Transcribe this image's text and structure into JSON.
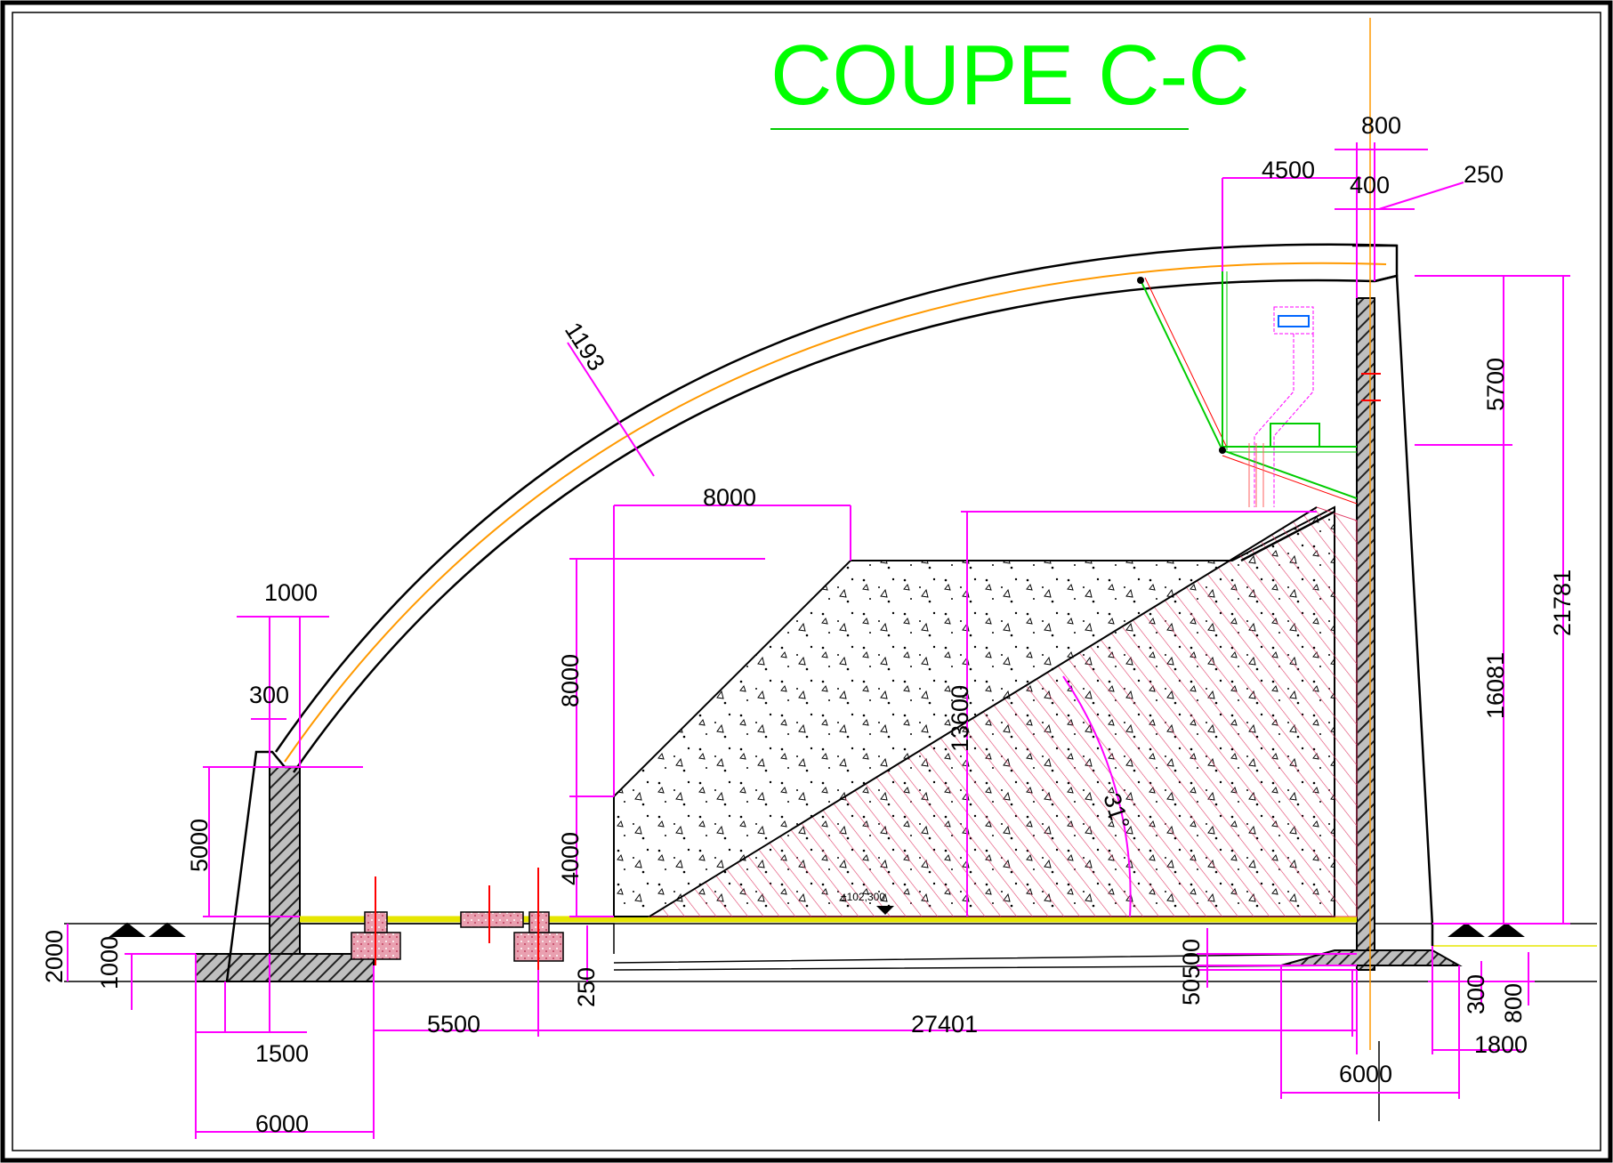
{
  "title": "COUPE C-C",
  "colors": {
    "dimension": "#ff00ff",
    "title": "#00ff00",
    "outline": "#000000",
    "axis": "#ff9900",
    "slab": "#e6e600",
    "hatch": "#e0406a",
    "pier": "#e9a0b0"
  },
  "dimensions": {
    "top_800": "800",
    "top_4500": "4500",
    "top_400": "400",
    "top_250": "250",
    "arch_1193": "1193",
    "width_8000": "8000",
    "wall_1000": "1000",
    "wall_300": "300",
    "height_8000": "8000",
    "height_13600": "13600",
    "height_5000": "5000",
    "height_4000": "4000",
    "angle_31": "31°",
    "right_5700": "5700",
    "right_16081": "16081",
    "right_21781": "21781",
    "left_2000": "2000",
    "left_1000": "1000",
    "bottom_250": "250",
    "bottom_500": "500",
    "bottom_50": "50",
    "bottom_300": "300",
    "bottom_800": "800",
    "bottom_1800": "1800",
    "bottom_1500": "1500",
    "bottom_5500": "5500",
    "bottom_27401": "27401",
    "bottom_6000_left": "6000",
    "bottom_6000_right": "6000"
  },
  "level_mark": "±102,300"
}
